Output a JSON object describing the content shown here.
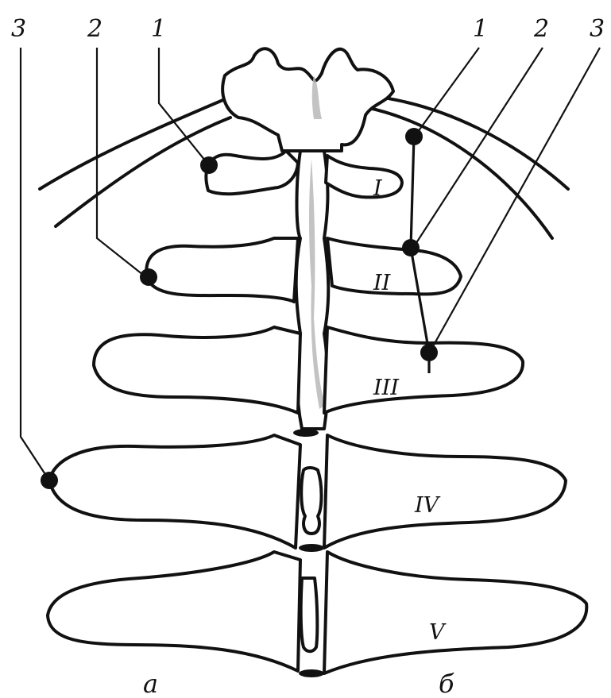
{
  "left_labels": [
    "3",
    "2",
    "1"
  ],
  "right_labels": [
    "1",
    "2",
    "3"
  ],
  "rib_labels": [
    "I",
    "II",
    "III",
    "IV",
    "V"
  ],
  "captions": [
    "а",
    "б"
  ]
}
